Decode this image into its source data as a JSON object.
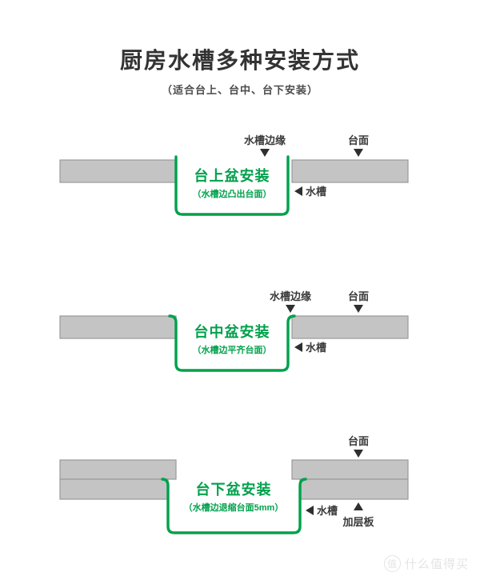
{
  "header": {
    "title": "厨房水槽多种安装方式",
    "subtitle": "（适合台上、台中、台下安装）"
  },
  "colors": {
    "sink_green": "#00a14b",
    "counter_fill": "#c4c4c4",
    "counter_stroke": "#9a9a9a",
    "text_dark": "#333333",
    "watermark": "#e4e4e4"
  },
  "diagrams": [
    {
      "id": "above-counter",
      "title": "台上盆安装",
      "note": "（水槽边凸出台面）",
      "labels": {
        "sink_edge": "水槽边缘",
        "countertop": "台面",
        "sink": "水槽"
      }
    },
    {
      "id": "flush-mount",
      "title": "台中盆安装",
      "note": "（水槽边平齐台面）",
      "labels": {
        "sink_edge": "水槽边缘",
        "countertop": "台面",
        "sink": "水槽"
      }
    },
    {
      "id": "under-counter",
      "title": "台下盆安装",
      "note": "（水槽边退缩台面5mm）",
      "labels": {
        "countertop": "台面",
        "sink": "水槽",
        "spacer_board": "加层板"
      }
    }
  ],
  "watermark": {
    "badge": "值",
    "text": "什么值得买"
  }
}
